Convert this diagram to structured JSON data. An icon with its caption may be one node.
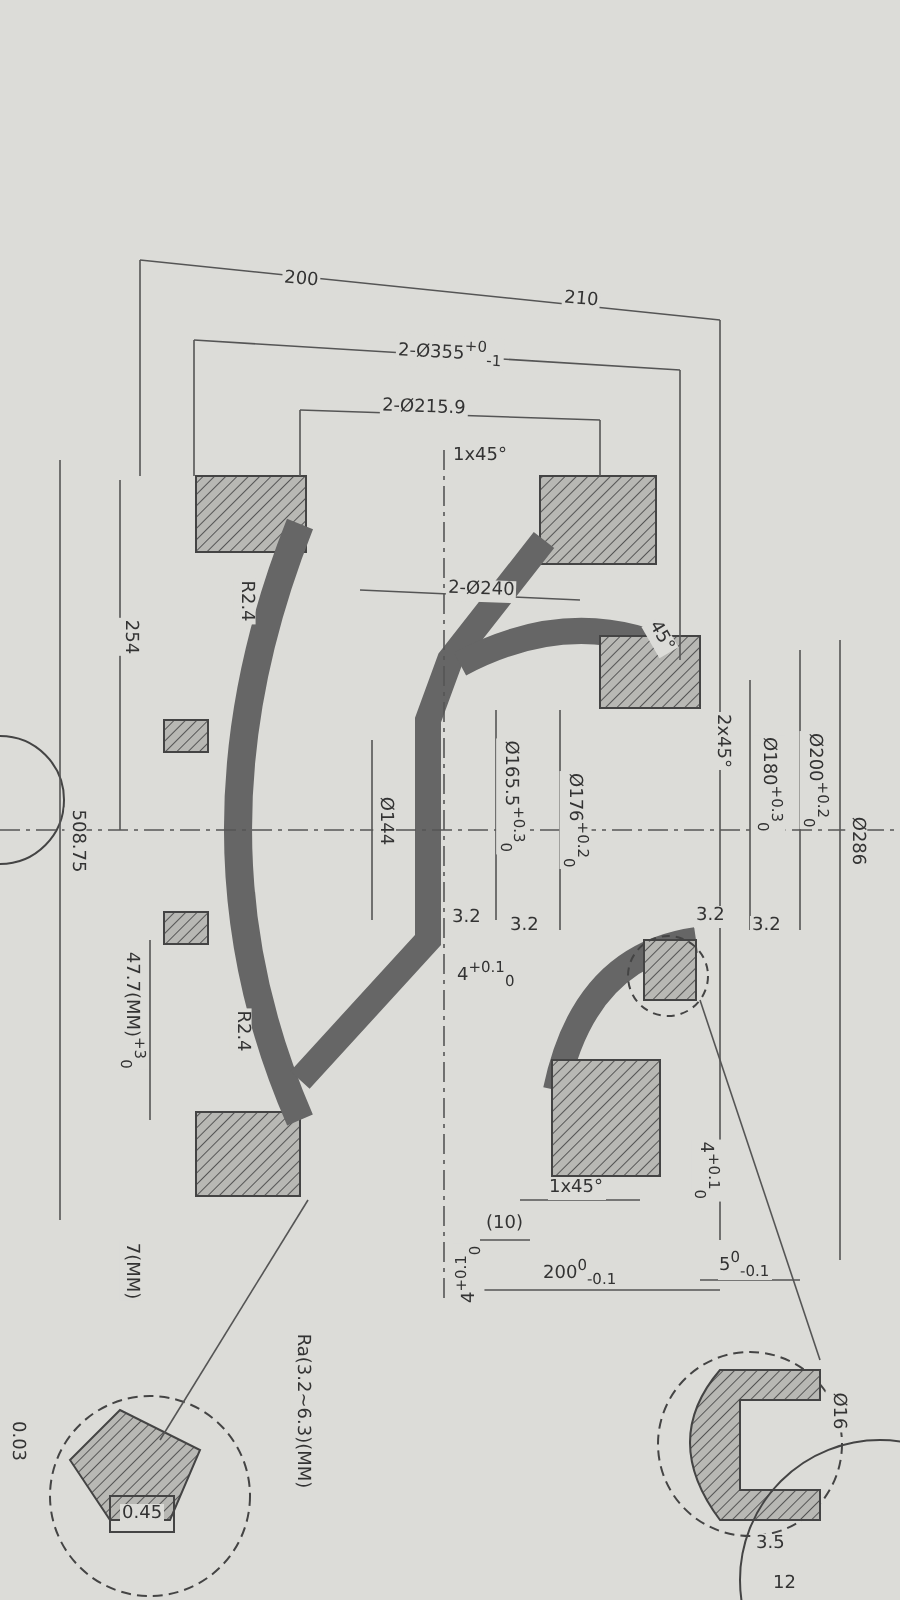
{
  "diagram": {
    "labels": [
      "200",
      "210",
      "2-Ø355$^{+0}$$_{-1}$",
      "2-Ø215.9",
      "1x45°",
      "2-Ø240",
      "R2.4",
      "254",
      "508.75",
      "Ø144",
      "Ø165.5$^{+0.3}$$_{0}$",
      "Ø176$^{+0.2}$$_{0}$",
      "45°",
      "2x45°",
      "Ø180$^{+0.3}$$_{0}$",
      "Ø200$^{+0.2}$$_{0}$",
      "Ø286",
      "3.2",
      "3.2",
      "3.2",
      "3.2",
      "4$^{+0.1}$$_{0}$",
      "47.7(MM)$^{+3}$$_{0}$",
      "R2.4",
      "4$^{+0.1}$$_{0}$",
      "1x45°",
      "(10)",
      "4$^{+0.1}$$_{0}$",
      "200$^{0}$$_{-0.1}$",
      "5$^{0}$$_{-0.1}$",
      "7(MM)",
      "Ra(3.2~6.3)(MM)",
      "0.03",
      "0.45",
      "Ø16",
      "3.5",
      "12"
    ]
  }
}
